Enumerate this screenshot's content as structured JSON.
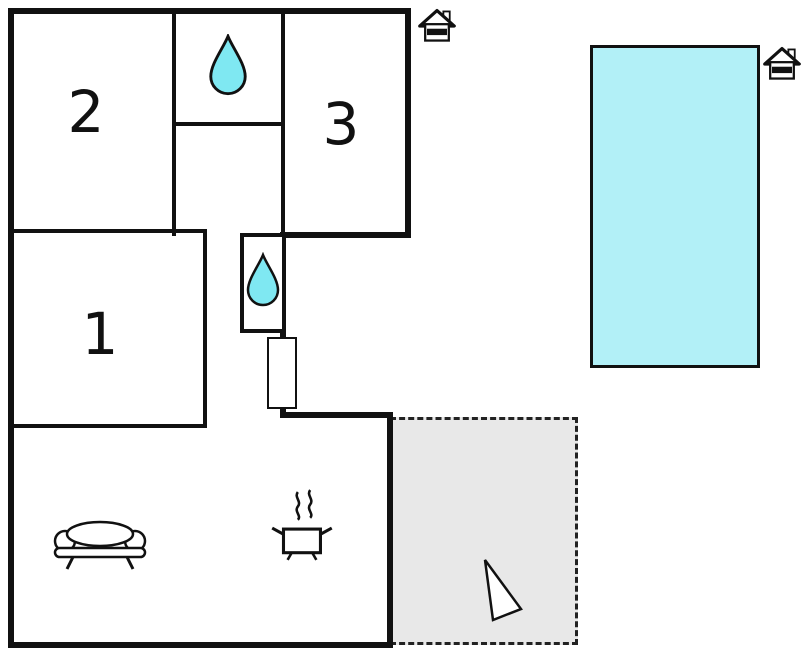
{
  "floorplan": {
    "rooms": [
      {
        "label": "1"
      },
      {
        "label": "2"
      },
      {
        "label": "3"
      }
    ],
    "icons": [
      "water-drop-icon",
      "water-drop-icon",
      "house-icon",
      "house-icon",
      "sofa-icon",
      "cooking-pot-icon",
      "north-arrow-icon"
    ],
    "areas": {
      "pool": "swimming-pool",
      "terrace": "terrace"
    },
    "colors": {
      "wall": "#111111",
      "water": "#7fe8f2",
      "pool": "#b2f0f7",
      "terrace": "#e8e8e8",
      "bg": "#ffffff"
    }
  }
}
